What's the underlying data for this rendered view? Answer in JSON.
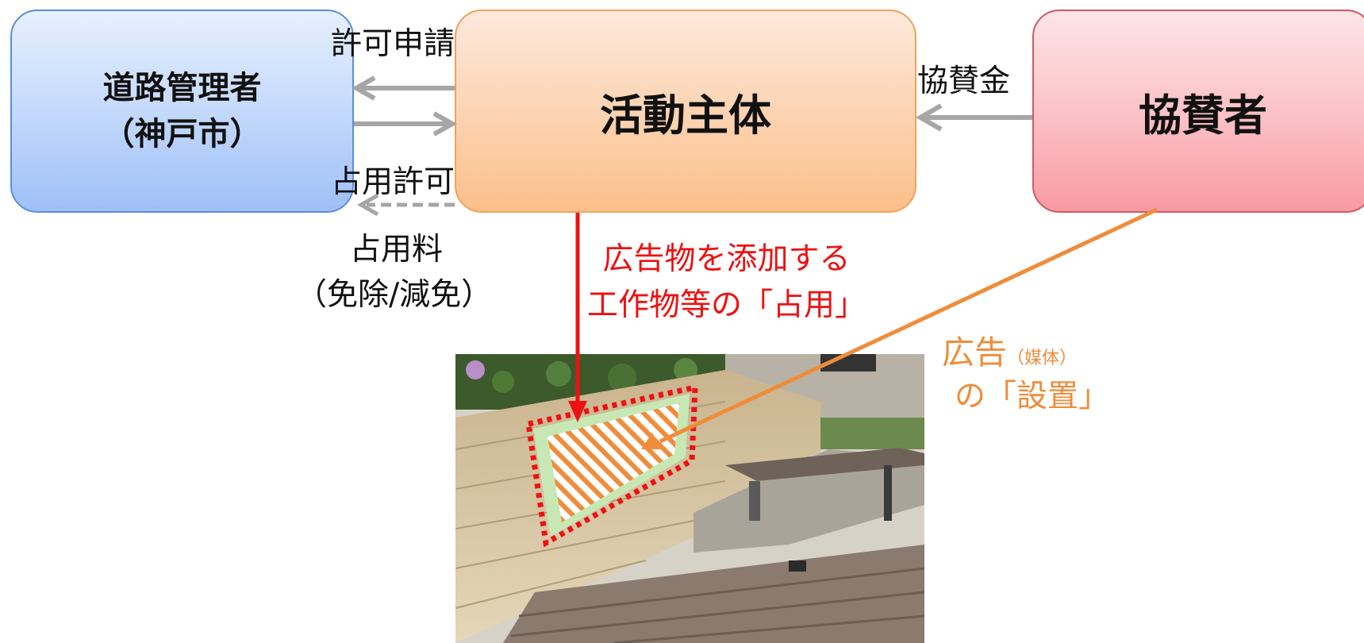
{
  "nodes": {
    "road_admin_line1": "道路管理者",
    "road_admin_line2": "（神戸市）",
    "actor": "活動主体",
    "sponsor": "協賛者"
  },
  "labels": {
    "permit_application": "許可申請",
    "occupancy_permit": "占用許可",
    "occupancy_fee_line1": "占用料",
    "occupancy_fee_line2": "（免除/減免）",
    "sponsorship_money": "協賛金",
    "occupancy_line1": "広告物を添加する",
    "occupancy_line2": "工作物等の「占用」",
    "ad_main": "広告",
    "ad_small": "（媒体）",
    "ad_line2": "の「設置」"
  },
  "colors": {
    "road_admin": "#9fc0f8",
    "actor": "#fbbf8b",
    "sponsor": "#f89aa2",
    "occupancy_arrow": "#ee1111",
    "install_arrow": "#f08c3a",
    "flow_arrow": "#a6a6a6"
  }
}
